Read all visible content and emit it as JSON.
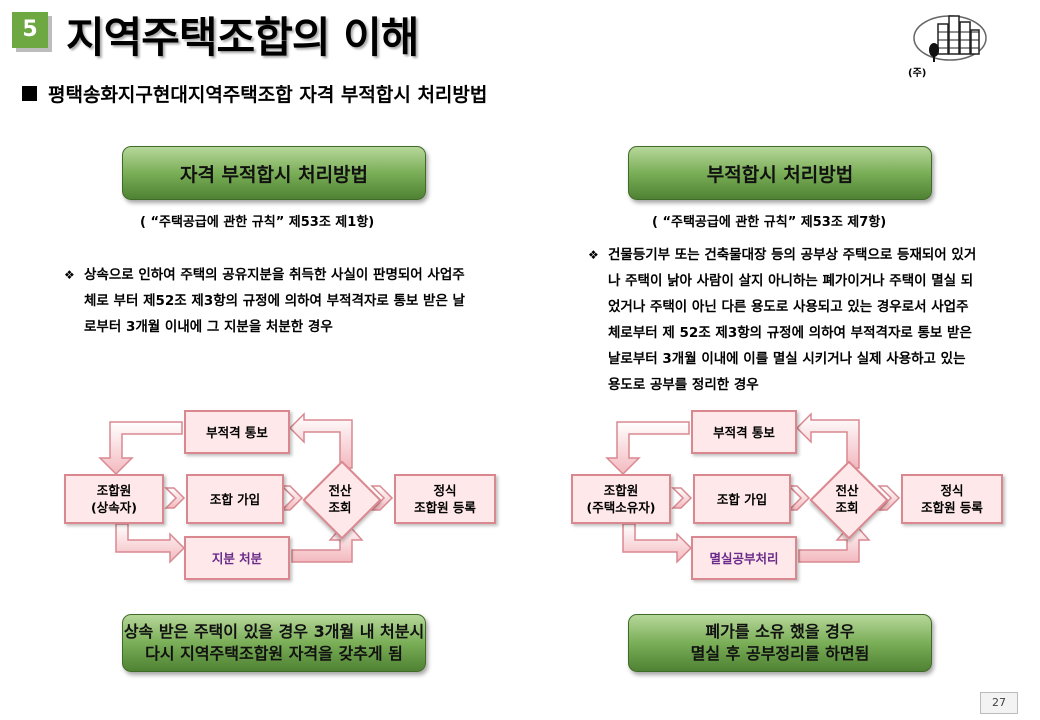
{
  "header": {
    "section_number": "5",
    "title": "지역주택조합의 이해",
    "logo_text": "(주)"
  },
  "subtitle": "평택송화지구현대지역주택조합 자격 부적합시 처리방법",
  "left": {
    "banner": "자격 부적합시 처리방법",
    "reference": "( “주택공급에 관한 규칙”  제53조 제1항)",
    "bullet": "❖",
    "description": [
      "상속으로 인하여 주택의 공유지분을 취득한 사실이 판명되어 사업주",
      "체로 부터 제52조 제3항의 규정에 의하여 부적격자로 통보 받은 날",
      "로부터 3개월 이내에 그 지분을 처분한 경우"
    ],
    "flow": {
      "notice": "부적격 통보",
      "member": [
        "조합원",
        "(상속자)"
      ],
      "join": "조합 가입",
      "check": [
        "전산",
        "조회"
      ],
      "register": [
        "정식",
        "조합원 등록"
      ],
      "action": "지분 처분"
    },
    "result": [
      "상속 받은 주택이 있을 경우 3개월 내 처분시",
      "다시 지역주택조합원 자격을 갖추게 됨"
    ]
  },
  "right": {
    "banner": "부적합시 처리방법",
    "reference": "( “주택공급에 관한 규칙”  제53조 제7항)",
    "bullet": "❖",
    "description": [
      "건물등기부 또는 건축물대장 등의 공부상 주택으로 등재되어 있거",
      "나 주택이 낡아 사람이 살지 아니하는 폐가이거나 주택이 멸실 되",
      "었거나 주택이 아닌 다른 용도로 사용되고 있는 경우로서 사업주",
      "체로부터 제 52조 제3항의 규정에 의하여 부적격자로 통보 받은",
      "날로부터 3개월 이내에 이를 멸실 시키거나 실제 사용하고 있는",
      "용도로 공부를 정리한 경우"
    ],
    "flow": {
      "notice": "부적격 통보",
      "member": [
        "조합원",
        "(주택소유자)"
      ],
      "join": "조합 가입",
      "check": [
        "전산",
        "조회"
      ],
      "register": [
        "정식",
        "조합원 등록"
      ],
      "action": "멸실공부처리"
    },
    "result": [
      "폐가를 소유 했을 경우",
      "멸실 후 공부정리를 하면됨"
    ]
  },
  "page_number": "27",
  "colors": {
    "accent_green": "#6ea843",
    "flow_fill": "#ffe8ea",
    "flow_border": "#d98890",
    "action_text": "#6a2b8a"
  }
}
